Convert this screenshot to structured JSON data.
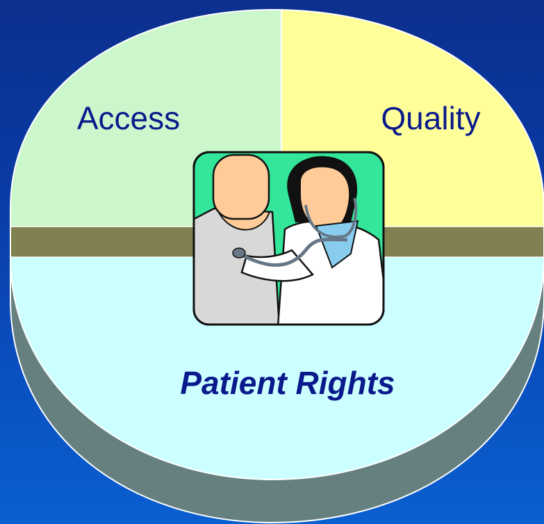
{
  "diagram": {
    "segments": [
      {
        "id": "access",
        "label": "Access",
        "color": "#ccf6cc"
      },
      {
        "id": "quality",
        "label": "Quality",
        "color": "#ffff99"
      },
      {
        "id": "patient-rights",
        "label": "Patient Rights",
        "color": "#ccffff"
      }
    ],
    "divider_color": "#808050",
    "side_color": "#668080",
    "text_color": "#0a1a8c",
    "illustration": {
      "icon": "doctor-patient-clipart-icon",
      "frame_color": "#33e699"
    }
  }
}
